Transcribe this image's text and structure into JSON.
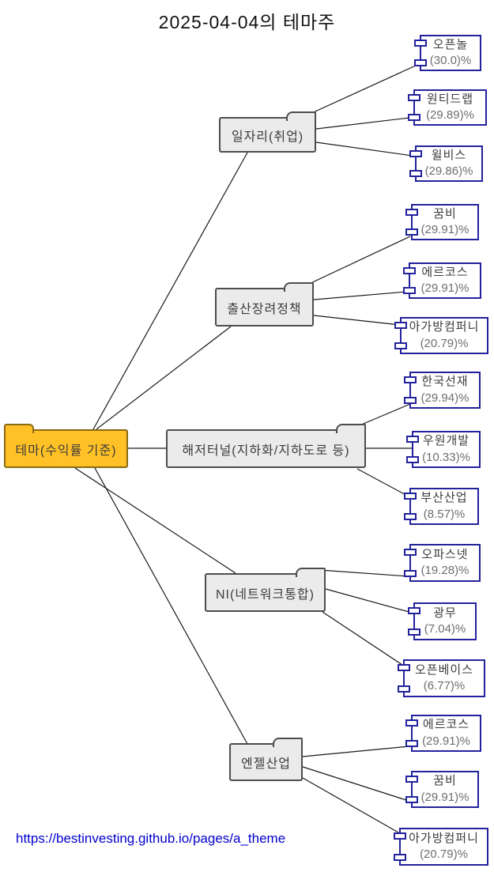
{
  "title": "2025-04-04의 테마주",
  "footer_link": "https://bestinvesting.github.io/pages/a_theme",
  "root": {
    "label": "테마(수익률 기준)"
  },
  "themes": [
    {
      "label": "일자리(취업)",
      "stocks": [
        {
          "name": "오픈놀",
          "pct": "(30.0)%"
        },
        {
          "name": "원티드랩",
          "pct": "(29.89)%"
        },
        {
          "name": "윌비스",
          "pct": "(29.86)%"
        }
      ]
    },
    {
      "label": "출산장려정책",
      "stocks": [
        {
          "name": "꿈비",
          "pct": "(29.91)%"
        },
        {
          "name": "에르코스",
          "pct": "(29.91)%"
        },
        {
          "name": "아가방컴퍼니",
          "pct": "(20.79)%"
        }
      ]
    },
    {
      "label": "해저터널(지하화/지하도로 등)",
      "stocks": [
        {
          "name": "한국선재",
          "pct": "(29.94)%"
        },
        {
          "name": "우원개발",
          "pct": "(10.33)%"
        },
        {
          "name": "부산산업",
          "pct": "(8.57)%"
        }
      ]
    },
    {
      "label": "NI(네트워크통합)",
      "stocks": [
        {
          "name": "오파스넷",
          "pct": "(19.28)%"
        },
        {
          "name": "광무",
          "pct": "(7.04)%"
        },
        {
          "name": "오픈베이스",
          "pct": "(6.77)%"
        }
      ]
    },
    {
      "label": "엔젤산업",
      "stocks": [
        {
          "name": "에르코스",
          "pct": "(29.91)%"
        },
        {
          "name": "꿈비",
          "pct": "(29.91)%"
        },
        {
          "name": "아가방컴퍼니",
          "pct": "(20.79)%"
        }
      ]
    }
  ],
  "colors": {
    "root_fill": "#ffc125",
    "root_border": "#8b6914",
    "theme_fill": "#ebebeb",
    "theme_border": "#4d4d4d",
    "leaf_border": "#22229c",
    "edge": "#1a1a1a",
    "link": "#0000cc"
  }
}
